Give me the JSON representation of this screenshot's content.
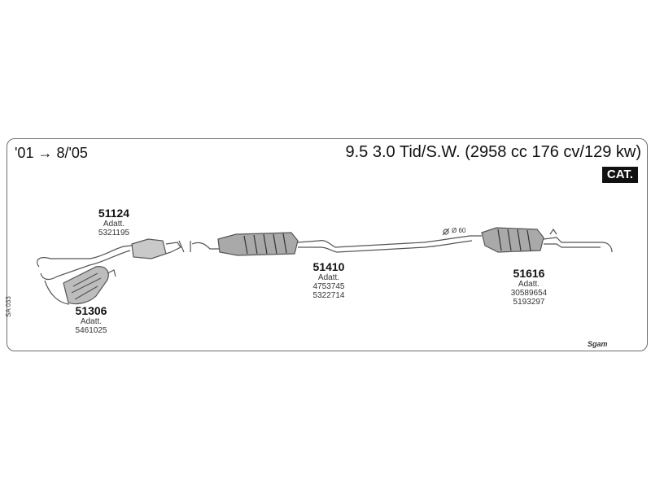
{
  "header": {
    "years": "'01 → 8/'05",
    "model": "9.5 3.0 Tid/S.W. (2958 cc 176 cv/129 kw)",
    "badge": "CAT."
  },
  "side_code": "SA 033",
  "brand": "Sgam",
  "diameter_label": "Ø 60",
  "parts": [
    {
      "number": "51124",
      "label": "Adatt.",
      "codes": [
        "5321195"
      ]
    },
    {
      "number": "51306",
      "label": "Adatt.",
      "codes": [
        "5461025"
      ]
    },
    {
      "number": "51410",
      "label": "Adatt.",
      "codes": [
        "4753745",
        "5322714"
      ]
    },
    {
      "number": "51616",
      "label": "Adatt.",
      "codes": [
        "30589654",
        "5193297"
      ]
    }
  ]
}
